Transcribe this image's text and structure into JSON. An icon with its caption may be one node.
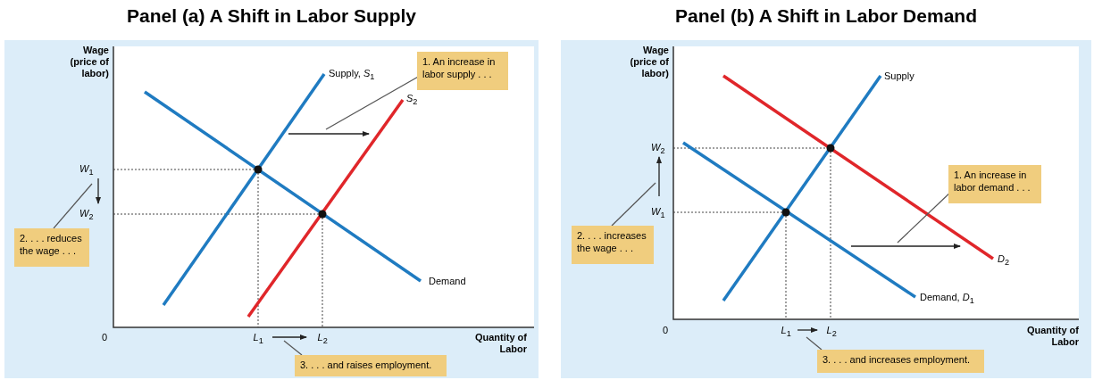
{
  "diagram": {
    "nodes": [
      {
        "text": [
          "Panel (a) A Shift in Labor Supply"
        ]
      },
      {
        "text": [
          "1. An increase in labor supply . . ."
        ],
        "in": 0
      },
      {
        "text": [
          "2. . . . reduces the wage . . ."
        ],
        "in": 0
      },
      {
        "text": [
          "3. . . . and raises employment."
        ],
        "in": 0
      },
      {
        "text": [
          "Panel (b) A Shift in Labor Demand"
        ]
      },
      {
        "text": [
          "1. An increase in labor demand . . ."
        ],
        "in": 4
      },
      {
        "text": [
          "2. . . . increases the wage . . ."
        ],
        "in": 4
      },
      {
        "text": [
          "3. . . . and increases employment."
        ],
        "in": 4
      }
    ],
    "edges": [
      {
        "from": 1,
        "to": null,
        "arrow": "none"
      },
      {
        "from": 2,
        "to": null,
        "arrow": "none"
      },
      {
        "from": 3,
        "to": null,
        "arrow": "none"
      },
      {
        "from": 5,
        "to": null,
        "arrow": "none"
      },
      {
        "from": 6,
        "to": null,
        "arrow": "none"
      },
      {
        "from": 7,
        "to": null,
        "arrow": "none"
      }
    ],
    "labels": [
      "Wage (price of labor)",
      "Supply, *S*$_{1}$",
      "*S*$_{2}$",
      "*W*$_{1}$",
      "*W*$_{2}$",
      "Demand",
      "0",
      "*L*$_{1}$",
      "*L*$_{2}$",
      "Quantity of Labor",
      "Wage (price of labor)",
      "Supply",
      "*W*$_{2}$",
      "*W*$_{1}$",
      "*D*$_{2}$",
      "Demand, *D*$_{1}$",
      "0",
      "*L*$_{1}$",
      "*L*$_{2}$",
      "Quantity of Labor"
    ]
  }
}
